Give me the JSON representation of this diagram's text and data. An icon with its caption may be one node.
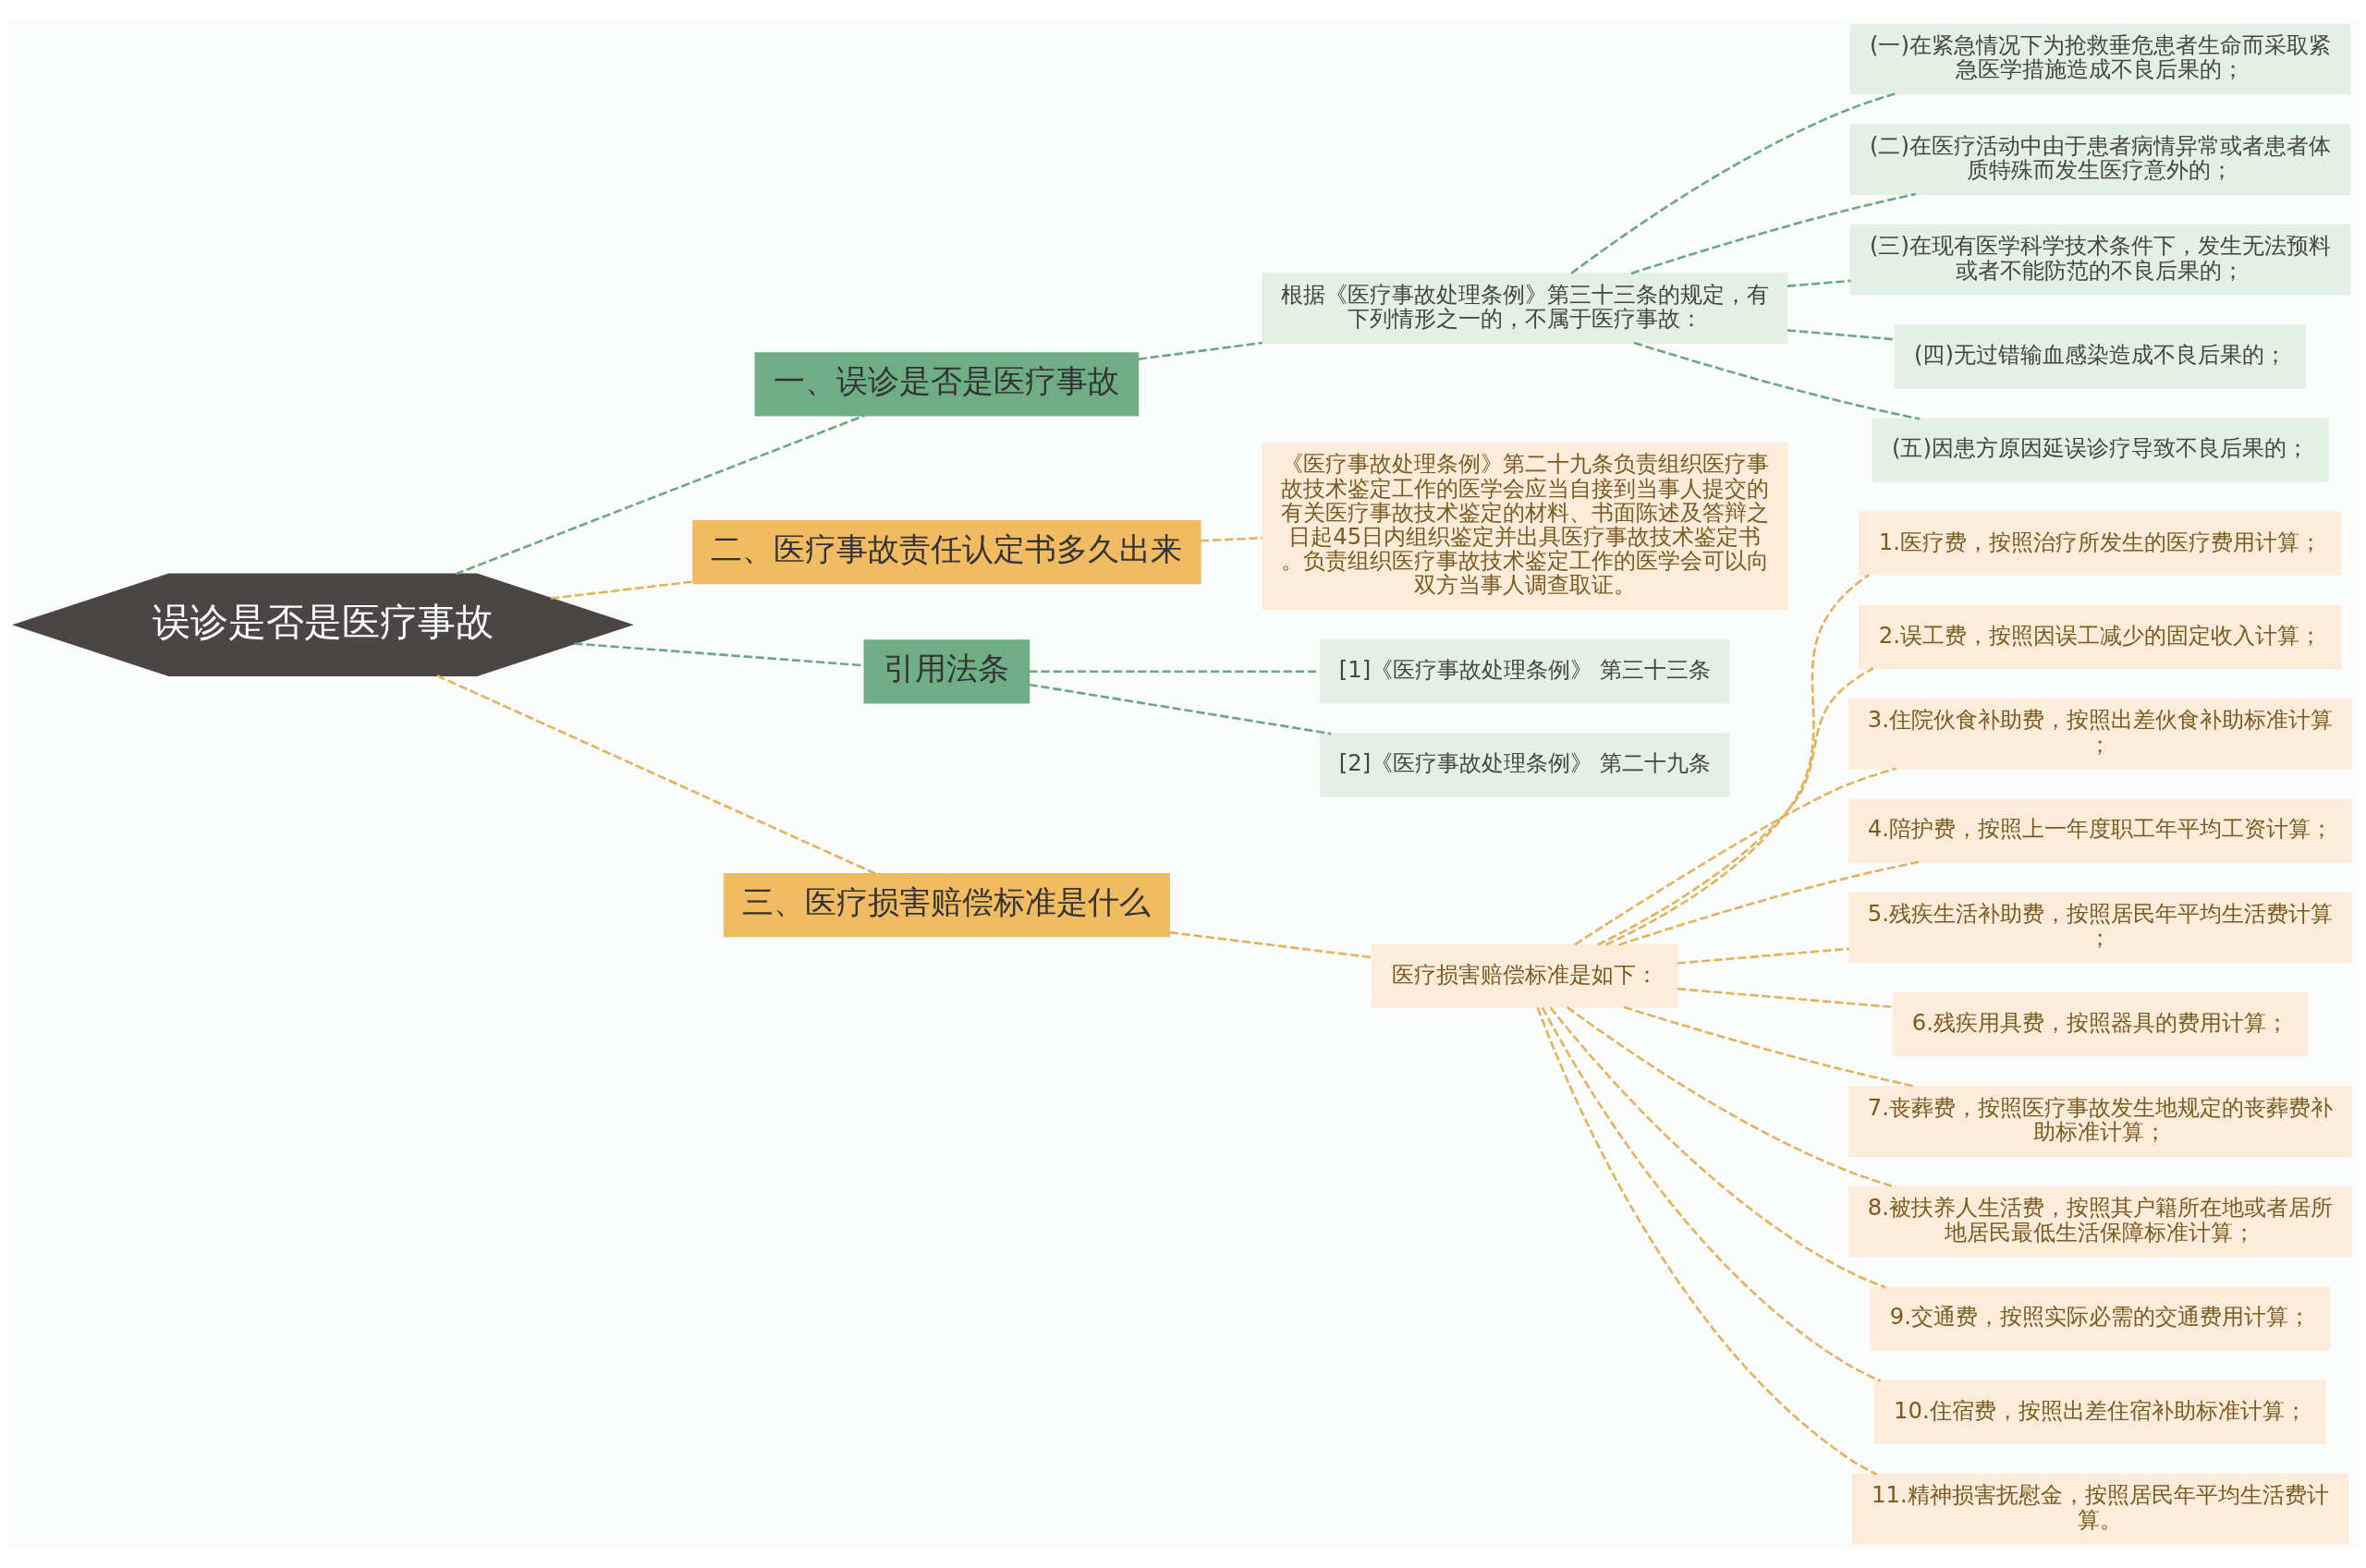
{
  "diagram": {
    "nodes": [
      {
        "text": [
          "误诊是否是医疗事故"
        ]
      },
      {
        "text": [
          "一、误诊是否是医疗事故"
        ]
      },
      {
        "text": [
          "根据《医疗事故处理条例》第三十三条的规定，有下列情形之一的，不属于医疗事故："
        ]
      },
      {
        "text": [
          "(一)在紧急情况下为抢救垂危患者生命而采取紧急医学措施造成不良后果的；"
        ]
      },
      {
        "text": [
          "(二)在医疗活动中由于患者病情异常或者患者体质特殊而发生医疗意外的；"
        ]
      },
      {
        "text": [
          "(三)在现有医学科学技术条件下，发生无法预料或者不能防范的不良后果的；"
        ]
      },
      {
        "text": [
          "(四)无过错输血感染造成不良后果的；"
        ]
      },
      {
        "text": [
          "(五)因患方原因延误诊疗导致不良后果的；"
        ]
      },
      {
        "text": [
          "二、医疗事故责任认定书多久出来"
        ]
      },
      {
        "text": [
          "《医疗事故处理条例》第二十九条负责组织医疗事故技术鉴定工作的医学会应当自接到当事人提交的有关医疗事故技术鉴定的材料、书面陈述及答辩之日起45日内组织鉴定并出具医疗事故技术鉴定书。负责组织医疗事故技术鉴定工作的医学会可以向双方当事人调查取证。"
        ]
      },
      {
        "text": [
          "引用法条"
        ]
      },
      {
        "text": [
          "[1]《医疗事故处理条例》 第三十三条"
        ]
      },
      {
        "text": [
          "[2]《医疗事故处理条例》 第二十九条"
        ]
      },
      {
        "text": [
          "三、医疗损害赔偿标准是什么"
        ]
      },
      {
        "text": [
          "医疗损害赔偿标准是如下："
        ]
      },
      {
        "text": [
          "1.医疗费，按照治疗所发生的医疗费用计算；"
        ]
      },
      {
        "text": [
          "2.误工费，按照因误工减少的固定收入计算；"
        ]
      },
      {
        "text": [
          "3.住院伙食补助费，按照出差伙食补助标准计算；"
        ]
      },
      {
        "text": [
          "4.陪护费，按照上一年度职工年平均工资计算；"
        ]
      },
      {
        "text": [
          "5.残疾生活补助费，按照居民年平均生活费计算；"
        ]
      },
      {
        "text": [
          "6.残疾用具费，按照器具的费用计算；"
        ]
      },
      {
        "text": [
          "7.丧葬费，按照医疗事故发生地规定的丧葬费补助标准计算；"
        ]
      },
      {
        "text": [
          "8.被扶养人生活费，按照其户籍所在地或者居所地居民最低生活保障标准计算；"
        ]
      },
      {
        "text": [
          "9.交通费，按照实际必需的交通费用计算；"
        ]
      },
      {
        "text": [
          "10.住宿费，按照出差住宿补助标准计算；"
        ]
      },
      {
        "text": [
          "11.精神损害抚慰金，按照居民年平均生活费计算。"
        ]
      }
    ],
    "edges": [
      {
        "from": 0,
        "to": 1,
        "arrow": "none",
        "style": "dashed",
        "color": "#6aa882"
      },
      {
        "from": 1,
        "to": 2,
        "arrow": "none",
        "style": "dashed",
        "color": "#6aa882"
      },
      {
        "from": 2,
        "to": 3,
        "arrow": "none",
        "style": "dashed",
        "color": "#6aa882"
      },
      {
        "from": 2,
        "to": 4,
        "arrow": "none",
        "style": "dashed",
        "color": "#6aa882"
      },
      {
        "from": 2,
        "to": 5,
        "arrow": "none",
        "style": "dashed",
        "color": "#6aa882"
      },
      {
        "from": 2,
        "to": 6,
        "arrow": "none",
        "style": "dashed",
        "color": "#6aa882"
      },
      {
        "from": 2,
        "to": 7,
        "arrow": "none",
        "style": "dashed",
        "color": "#6aa882"
      },
      {
        "from": 0,
        "to": 8,
        "arrow": "none",
        "style": "dashed"
      },
      {
        "from": 8,
        "to": 9,
        "arrow": "none",
        "style": "dashed"
      },
      {
        "from": 0,
        "to": 10,
        "arrow": "none",
        "style": "dashed",
        "color": "#6aa882"
      },
      {
        "from": 10,
        "to": 11,
        "arrow": "none",
        "style": "dashed",
        "color": "#6aa882"
      },
      {
        "from": 10,
        "to": 12,
        "arrow": "none",
        "style": "dashed",
        "color": "#6aa882"
      },
      {
        "from": 0,
        "to": 13,
        "arrow": "none",
        "style": "dashed"
      },
      {
        "from": 13,
        "to": 14,
        "arrow": "none",
        "style": "dashed"
      },
      {
        "from": 14,
        "to": 15,
        "arrow": "none",
        "style": "dashed"
      },
      {
        "from": 14,
        "to": 16,
        "arrow": "none",
        "style": "dashed"
      },
      {
        "from": 14,
        "to": 17,
        "arrow": "none",
        "style": "dashed"
      },
      {
        "from": 14,
        "to": 18,
        "arrow": "none",
        "style": "dashed"
      },
      {
        "from": 14,
        "to": 19,
        "arrow": "none",
        "style": "dashed"
      },
      {
        "from": 14,
        "to": 20,
        "arrow": "none",
        "style": "dashed"
      },
      {
        "from": 14,
        "to": 21,
        "arrow": "none",
        "style": "dashed"
      },
      {
        "from": 14,
        "to": 22,
        "arrow": "none",
        "style": "dashed"
      },
      {
        "from": 14,
        "to": 23,
        "arrow": "none",
        "style": "dashed"
      },
      {
        "from": 14,
        "to": 24,
        "arrow": "none",
        "style": "dashed"
      },
      {
        "from": 14,
        "to": 25,
        "arrow": "none",
        "style": "dashed"
      }
    ]
  }
}
